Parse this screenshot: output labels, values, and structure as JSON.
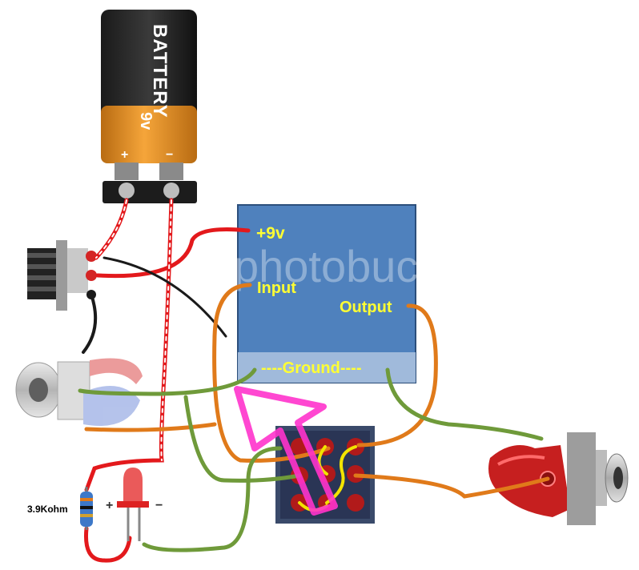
{
  "battery": {
    "brand": "BATTERY",
    "voltage": "9v",
    "plus": "+",
    "minus": "−"
  },
  "effect_box": {
    "power_label": "+9v",
    "input_label": "Input",
    "output_label": "Output",
    "ground_label": "----Ground----",
    "label_color": "#ffff33",
    "box_color": "#4f81bd",
    "watermark": "photobucket"
  },
  "led": {
    "plus": "+",
    "minus": "−"
  },
  "resistor": {
    "label": "3.9Kohm"
  },
  "colors": {
    "power_wire": "#e3191c",
    "input_output_wire": "#e07a1a",
    "ground_wire": "#6f9a3a",
    "switch_wire": "#f2e400",
    "arrow": "#ff33cc"
  }
}
